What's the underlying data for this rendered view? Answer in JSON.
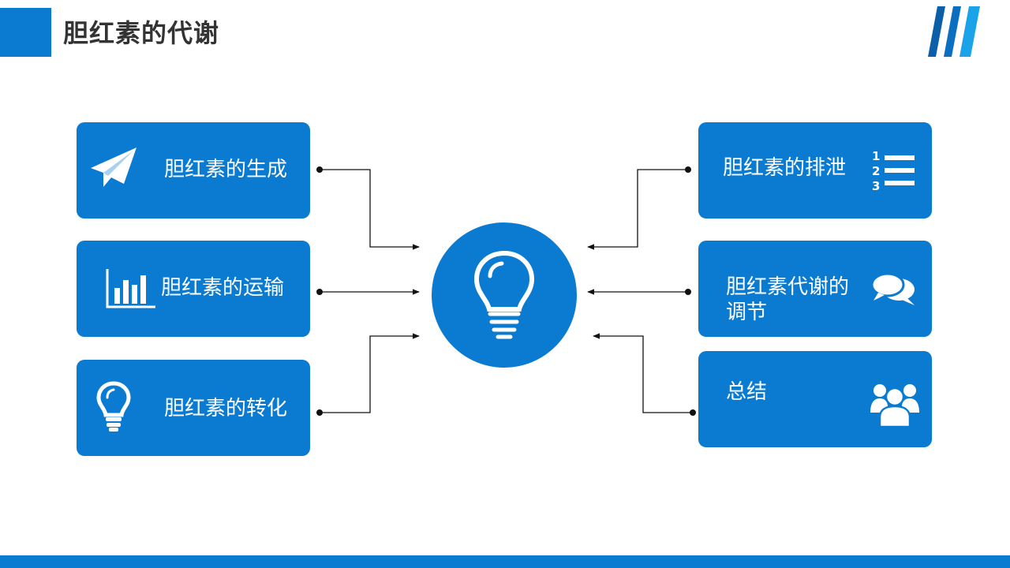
{
  "slide": {
    "title": "胆红素的代谢"
  },
  "left_cards": [
    {
      "label": "胆红素的生成",
      "icon": "paper-plane-icon"
    },
    {
      "label": "胆红素的运输",
      "icon": "bar-chart-icon"
    },
    {
      "label": "胆红素的转化",
      "icon": "lightbulb-icon"
    }
  ],
  "right_cards": [
    {
      "label": "胆红素的排泄",
      "icon": "numbered-list-icon"
    },
    {
      "label_line1": "胆红素代谢的",
      "label_line2": "调节",
      "icon": "chat-bubbles-icon"
    },
    {
      "label": "总结",
      "icon": "people-group-icon"
    }
  ],
  "center": {
    "icon": "lightbulb-icon"
  },
  "colors": {
    "accent": "#0a7bd1",
    "title_text": "#333333",
    "stripe_dark": "#0a5fa8",
    "stripe_light": "#1aa3e8"
  }
}
